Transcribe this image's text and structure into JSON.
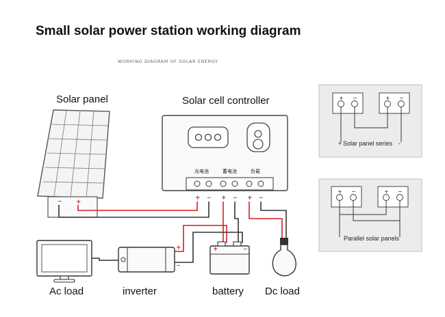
{
  "title": "Small solar power station working diagram",
  "subtitle": "WORKING DIAGRAM OF SOLAR ENERGY",
  "labels": {
    "solar_panel": "Solar panel",
    "controller": "Solar cell controller",
    "ac_load": "Ac load",
    "inverter": "inverter",
    "battery": "battery",
    "dc_load": "Dc load"
  },
  "controller_groups": [
    "光电池",
    "蓄电池",
    "负载"
  ],
  "terminal_signs": [
    "+",
    "−",
    "+",
    "−",
    "+",
    "−"
  ],
  "panel_signs": [
    "−",
    "+"
  ],
  "series_box": {
    "caption": "Solar panel series",
    "plus": "+",
    "minus": "-"
  },
  "parallel_box": {
    "caption": "Parallel solar panels"
  },
  "colors": {
    "positive_wire": "#d21f1f",
    "negative_wire": "#333333"
  }
}
